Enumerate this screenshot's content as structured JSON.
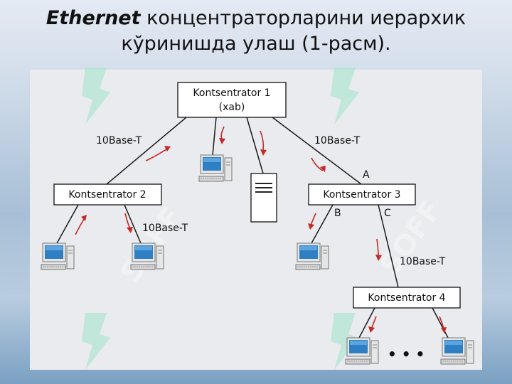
{
  "title": {
    "part1": "Ethernet",
    "part2": " концентраторларини иерархик",
    "line2": "кўринишда улаш (1-расм)."
  },
  "diagram": {
    "hub1_name": "Kontsentrator 1",
    "hub1_sub": "(xab)",
    "hub2_name": "Kontsentrator 2",
    "hub3_name": "Kontsentrator 3",
    "hub4_name": "Kontsentrator 4",
    "link_label_left": "10Base-T",
    "link_label_right": "10Base-T",
    "link_label_hub2": "10Base-T",
    "link_label_hub4": "10Base-T",
    "port_a": "A",
    "port_b": "B",
    "port_c": "C",
    "ellipsis": "• • •"
  },
  "watermark_text": "SOFF",
  "colors": {
    "arrow": "#c62828",
    "monitor_screen": "#2f7fc4",
    "watermark": "#9fe3c9"
  },
  "icons": [
    "computer-icon",
    "server-icon",
    "signal-arrow-icon"
  ]
}
